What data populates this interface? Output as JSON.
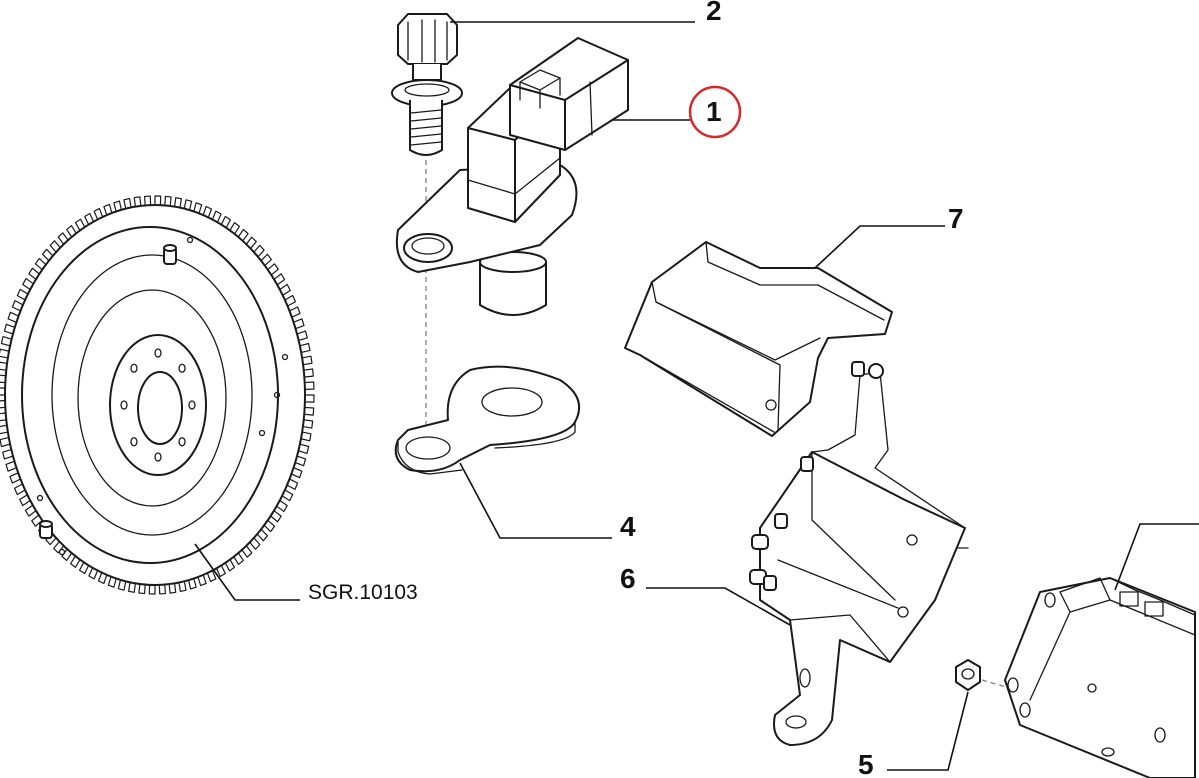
{
  "callouts": {
    "c1": "1",
    "c2": "2",
    "c4": "4",
    "c5": "5",
    "c6": "6",
    "c7": "7"
  },
  "reference": "SGR.10103",
  "highlight_color": "#d42a2a"
}
